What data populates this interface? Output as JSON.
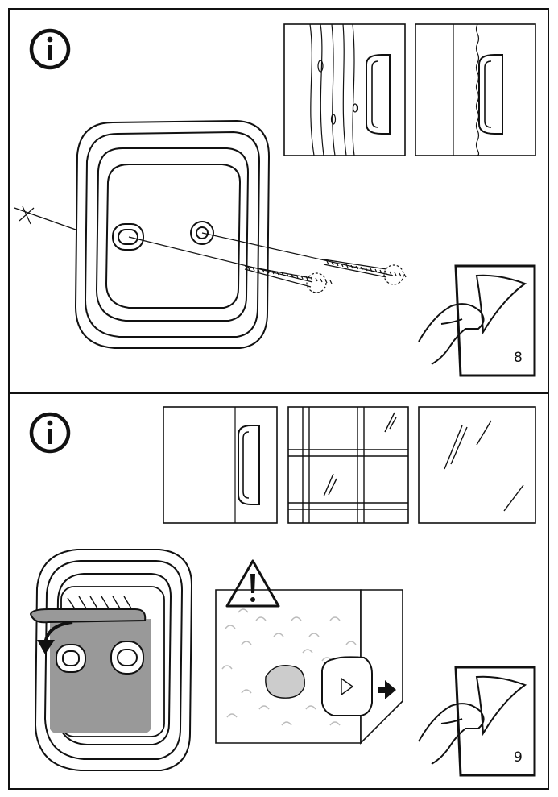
{
  "panels": [
    {
      "id": "step-8",
      "info_icon": "info-icon",
      "page_number": "8",
      "icons": [
        "screw-icon",
        "page-turn-hand-icon"
      ]
    },
    {
      "id": "step-9",
      "info_icon": "info-icon",
      "page_number": "9",
      "icons": [
        "warning-icon",
        "rotate-arrow-icon",
        "page-turn-hand-icon"
      ]
    }
  ],
  "colors": {
    "line": "#111111",
    "gray": "#999999",
    "light": "#ebebeb"
  }
}
